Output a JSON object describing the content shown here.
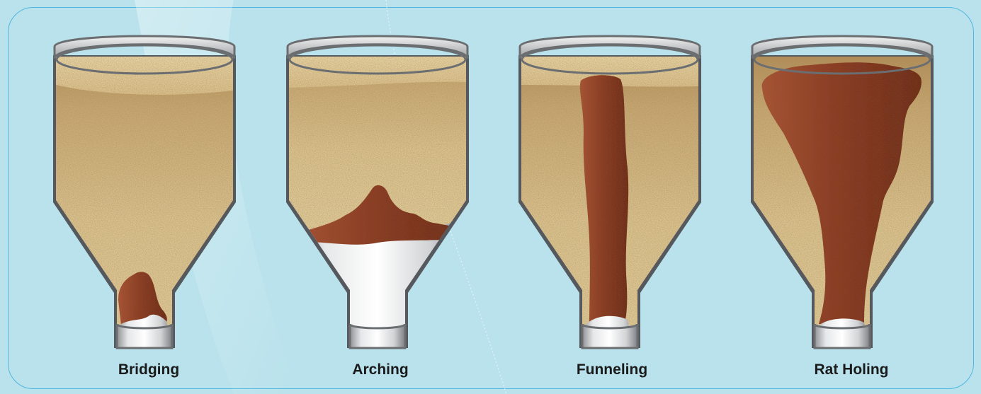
{
  "diagram": {
    "colors": {
      "background": "#b9e2ec",
      "frame_border": "#4fb6dd",
      "sand_light": "#dcc38e",
      "sand_dark": "#a9814a",
      "flow_brown": "#9a4a2d",
      "steel": "#d9dadb"
    },
    "silos": [
      {
        "key": "bridging",
        "label": "Bridging"
      },
      {
        "key": "arching",
        "label": "Arching"
      },
      {
        "key": "funneling",
        "label": "Funneling"
      },
      {
        "key": "rat-holing",
        "label": "Rat Holing"
      }
    ]
  }
}
